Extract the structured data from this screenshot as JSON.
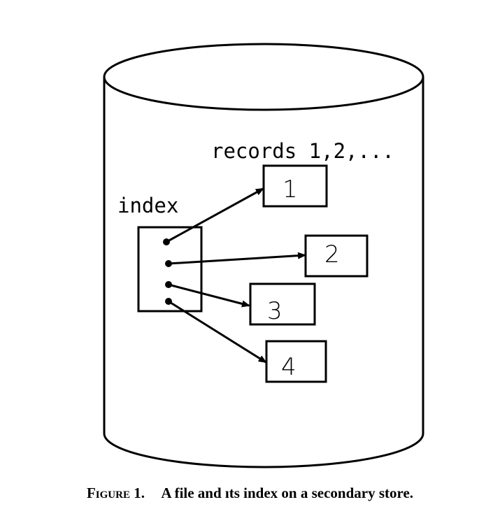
{
  "diagram": {
    "records_label": "records 1,2,...",
    "index_label": "index",
    "record_labels": [
      "1",
      "2",
      "3",
      "4"
    ]
  },
  "caption": {
    "figure_label": "Figure 1.",
    "text": "A file and ıts index on a secondary store."
  }
}
